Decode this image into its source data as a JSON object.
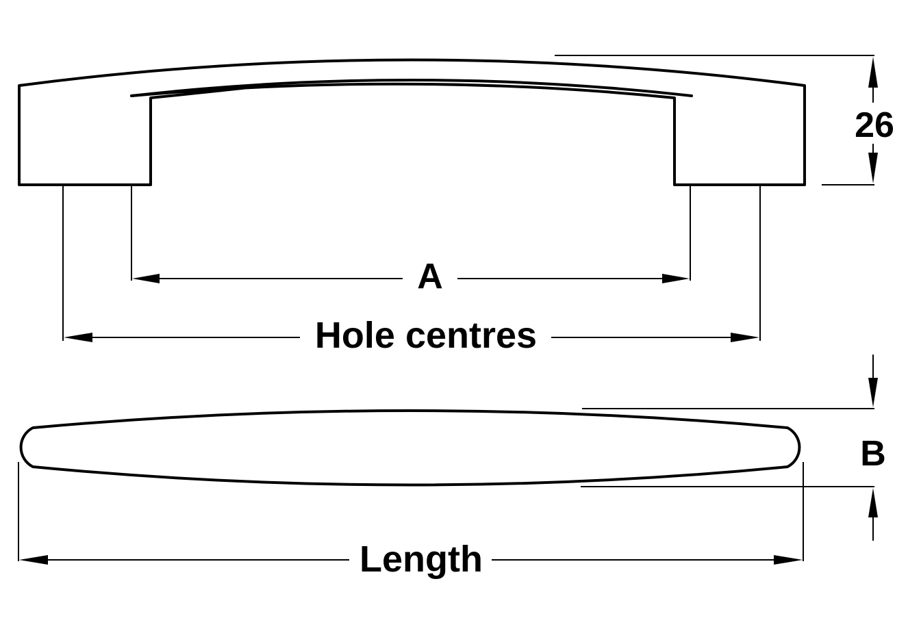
{
  "labels": {
    "height": "26",
    "inner_span": "A",
    "hole_centres": "Hole centres",
    "width": "B",
    "length": "Length"
  }
}
